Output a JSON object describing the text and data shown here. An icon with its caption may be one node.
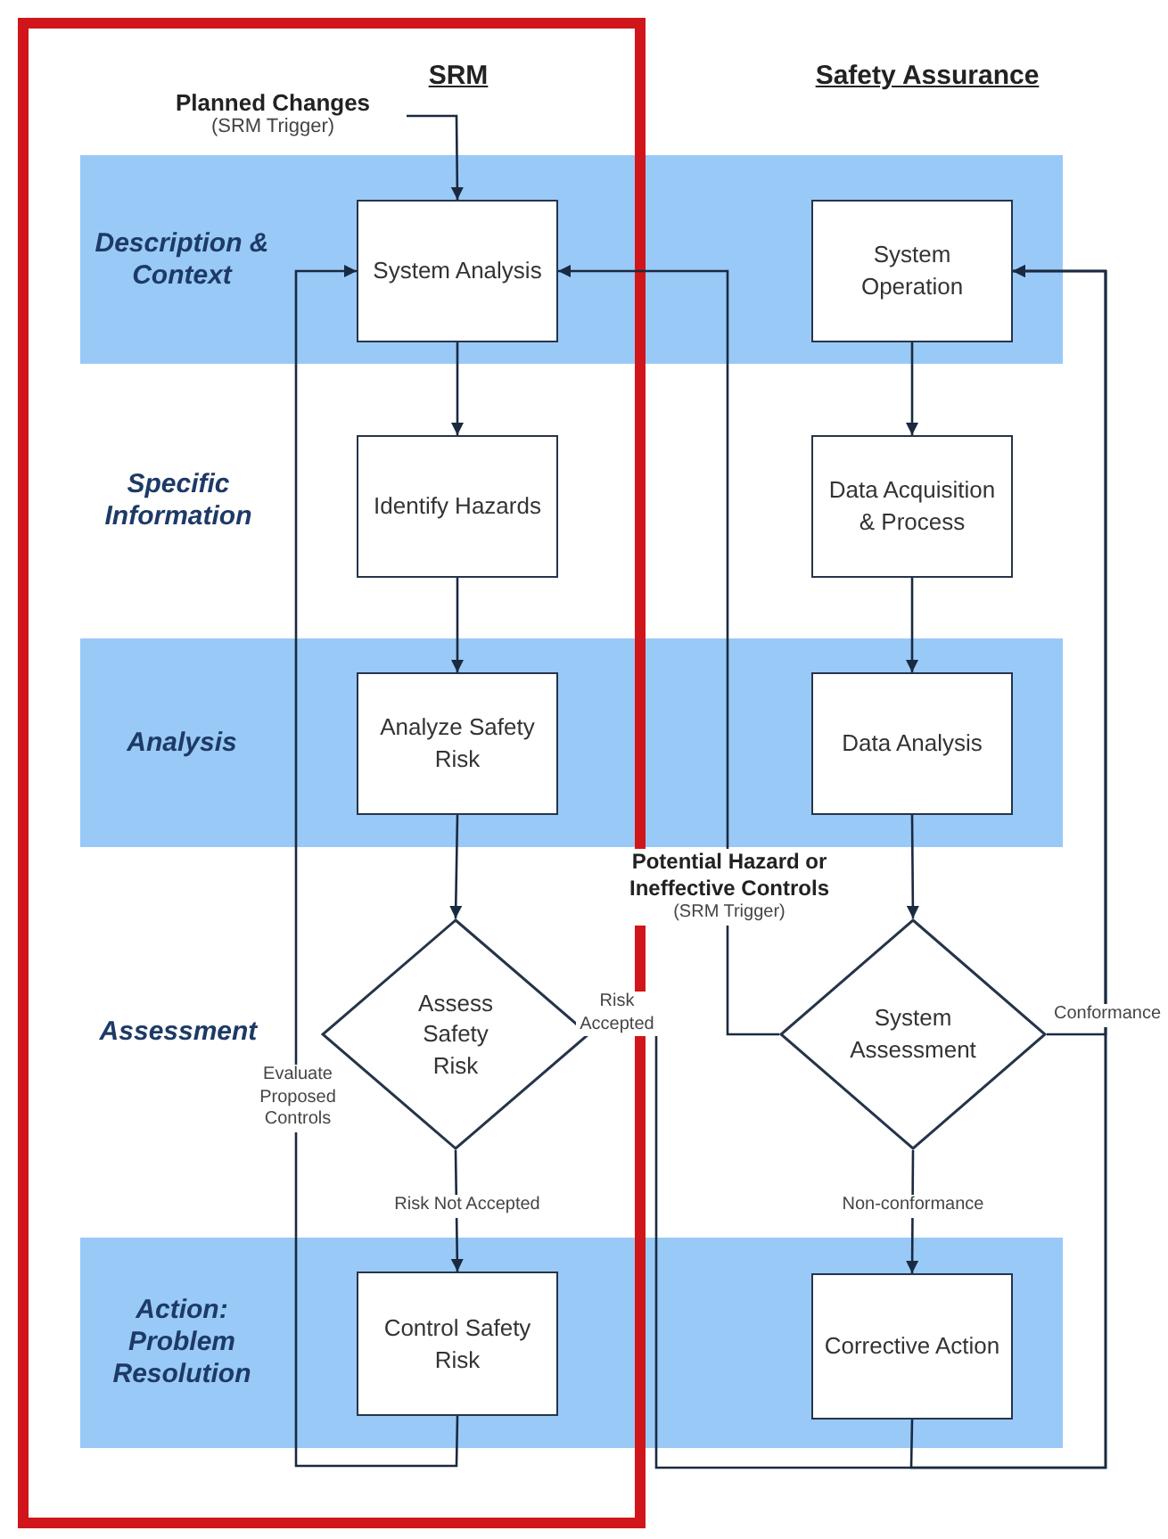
{
  "diagram": {
    "nodes": [
      {
        "text": [
          "Planned Changes",
          "(SRM Trigger)"
        ]
      },
      {
        "text": [
          "Description & Context"
        ]
      },
      {
        "text": [
          "System Analysis"
        ],
        "in": 1
      },
      {
        "text": [
          "System Operation"
        ],
        "in": 1
      },
      {
        "text": [
          "Identify Hazards"
        ]
      },
      {
        "text": [
          "Data Acquisition & Process"
        ]
      },
      {
        "text": [
          "Analysis"
        ]
      },
      {
        "text": [
          "Analyze Safety Risk"
        ],
        "in": 6
      },
      {
        "text": [
          "Data Analysis"
        ],
        "in": 6
      },
      {
        "text": [
          "Assess Safety Risk"
        ]
      },
      {
        "text": [
          "System Assessment"
        ]
      },
      {
        "text": [
          "Action: Problem Resolution"
        ]
      },
      {
        "text": [
          "Control Safety Risk"
        ],
        "in": 11
      },
      {
        "text": [
          "Corrective Action"
        ],
        "in": 11
      }
    ],
    "edges": [
      {
        "from": 0,
        "to": 2,
        "arrow": "to"
      },
      {
        "from": 2,
        "to": 4,
        "arrow": "to"
      },
      {
        "from": 4,
        "to": 7,
        "arrow": "to"
      },
      {
        "from": 7,
        "to": 9,
        "arrow": "to"
      },
      {
        "from": 9,
        "to": 12,
        "arrow": "to",
        "label": "Risk Not Accepted"
      },
      {
        "from": 12,
        "to": 2,
        "arrow": "to",
        "label": "Evaluate Proposed Controls"
      },
      {
        "from": 9,
        "to": 3,
        "arrow": "to",
        "label": "Risk Accepted"
      },
      {
        "from": 3,
        "to": 5,
        "arrow": "to"
      },
      {
        "from": 5,
        "to": 8,
        "arrow": "to"
      },
      {
        "from": 8,
        "to": 10,
        "arrow": "to"
      },
      {
        "from": 10,
        "to": 13,
        "arrow": "to",
        "label": "Non-conformance"
      },
      {
        "from": 13,
        "to": 3,
        "arrow": "to"
      },
      {
        "from": 10,
        "to": 3,
        "arrow": "to",
        "label": "Conformance"
      },
      {
        "from": 10,
        "to": 2,
        "arrow": "to",
        "label": "**Potential Hazard or Ineffective Controls** (SRM Trigger)"
      }
    ],
    "labels": [
      "SRM",
      "Safety Assurance",
      "Specific Information",
      "Assessment"
    ]
  }
}
